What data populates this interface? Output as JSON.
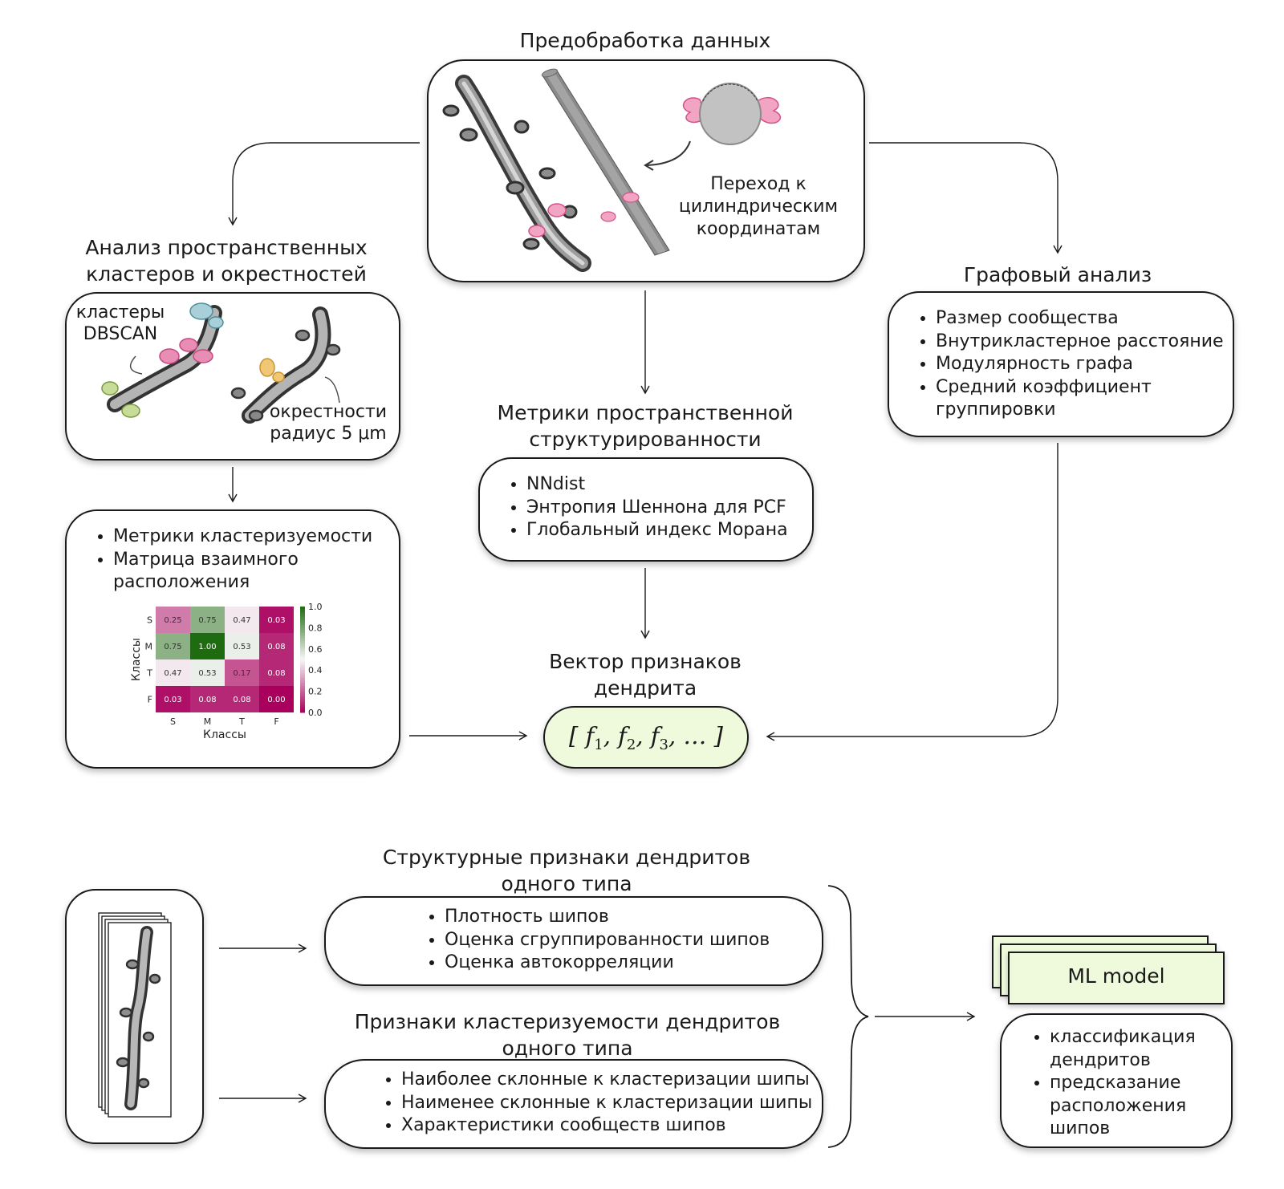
{
  "preprocessing": {
    "title": "Предобработка данных",
    "caption_lines": [
      "Переход к",
      "цилиндрическим",
      "координатам"
    ]
  },
  "spatial": {
    "title_lines": [
      "Анализ пространственных",
      "кластеров и окрестностей"
    ],
    "clusters_label_lines": [
      "кластеры",
      "DBSCAN"
    ],
    "neighborhood_label_lines": [
      "окрестности",
      "радиус 5 μm"
    ]
  },
  "graph": {
    "title": "Графовый анализ",
    "items": [
      "Размер сообщества",
      "Внутрикластерное расстояние",
      "Модулярность графа",
      "Средний коэффициент группировки"
    ]
  },
  "structural_metrics": {
    "title_lines": [
      "Метрики пространственной",
      "структурированности"
    ],
    "items": [
      "NNdist",
      "Энтропия Шеннона для PCF",
      "Глобальный индекс Морана"
    ]
  },
  "cluster_metrics": {
    "items": [
      "Метрики кластеризуемости",
      "Матрица взаимного расположения"
    ]
  },
  "chart_data": {
    "type": "heatmap",
    "xlabel": "Классы",
    "ylabel": "Классы",
    "x_categories": [
      "S",
      "M",
      "T",
      "F"
    ],
    "y_categories": [
      "S",
      "M",
      "T",
      "F"
    ],
    "values": [
      [
        0.25,
        0.75,
        0.47,
        0.03
      ],
      [
        0.75,
        1.0,
        0.53,
        0.08
      ],
      [
        0.47,
        0.53,
        0.17,
        0.08
      ],
      [
        0.03,
        0.08,
        0.08,
        0.0
      ]
    ],
    "colorbar_ticks": [
      "1.0",
      "0.8",
      "0.6",
      "0.4",
      "0.2",
      "0.0"
    ],
    "vmin": 0,
    "vmax": 1,
    "colormap": "PiYG",
    "low_color": "#a9005e",
    "mid_color": "#f7f7f7",
    "high_color": "#1e6b10"
  },
  "feature_vector": {
    "title_lines": [
      "Вектор признаков",
      "дендрита"
    ],
    "formula": "[ f1, f2, f3, … ]",
    "fill_color": "#eefadb"
  },
  "bottom": {
    "group1_title_lines": [
      "Структурные признаки дендритов",
      "одного типа"
    ],
    "group1_items": [
      "Плотность шипов",
      "Оценка сгруппированности шипов",
      "Оценка автокорреляции"
    ],
    "group2_title_lines": [
      "Признаки кластеризуемости дендритов",
      "одного типа"
    ],
    "group2_items": [
      "Наиболее склонные к кластеризации шипы",
      "Наименее склонные к кластеризации шипы",
      "Характеристики сообществ шипов"
    ],
    "model_label": "ML model",
    "model_fill": "#eefadb",
    "outputs": [
      "классификация дендритов",
      "предсказание расположения шипов"
    ]
  }
}
